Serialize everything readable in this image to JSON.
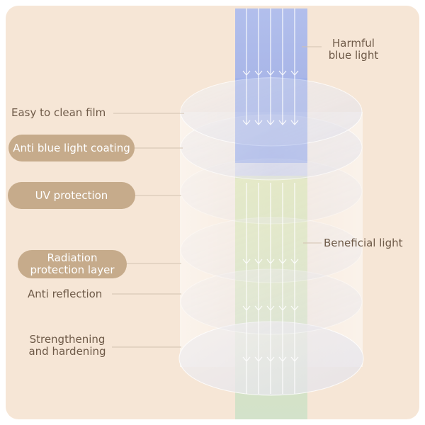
{
  "layers": [
    {
      "label": "Easy to clean film",
      "style": "plain"
    },
    {
      "label": "Anti blue light coating",
      "style": "pill"
    },
    {
      "label": "UV protection",
      "style": "pill"
    },
    {
      "label": "Radiation protection layer",
      "line1": "Radiation",
      "line2": "protection layer",
      "style": "pill"
    },
    {
      "label": "Anti reflection",
      "style": "plain"
    },
    {
      "label": "Strengthening and hardening",
      "line1": "Strengthening",
      "line2": "and hardening",
      "style": "plain"
    }
  ],
  "harmful": {
    "line1": "Harmful",
    "line2": "blue light"
  },
  "beneficial": {
    "label": "Beneficial light"
  },
  "colors": {
    "background": "#f6e6d6",
    "pill": "#c6ab8b",
    "text": "#6e5a48",
    "blue_beam": "#8fa2e6",
    "green_beam": "#d7e8a6"
  }
}
